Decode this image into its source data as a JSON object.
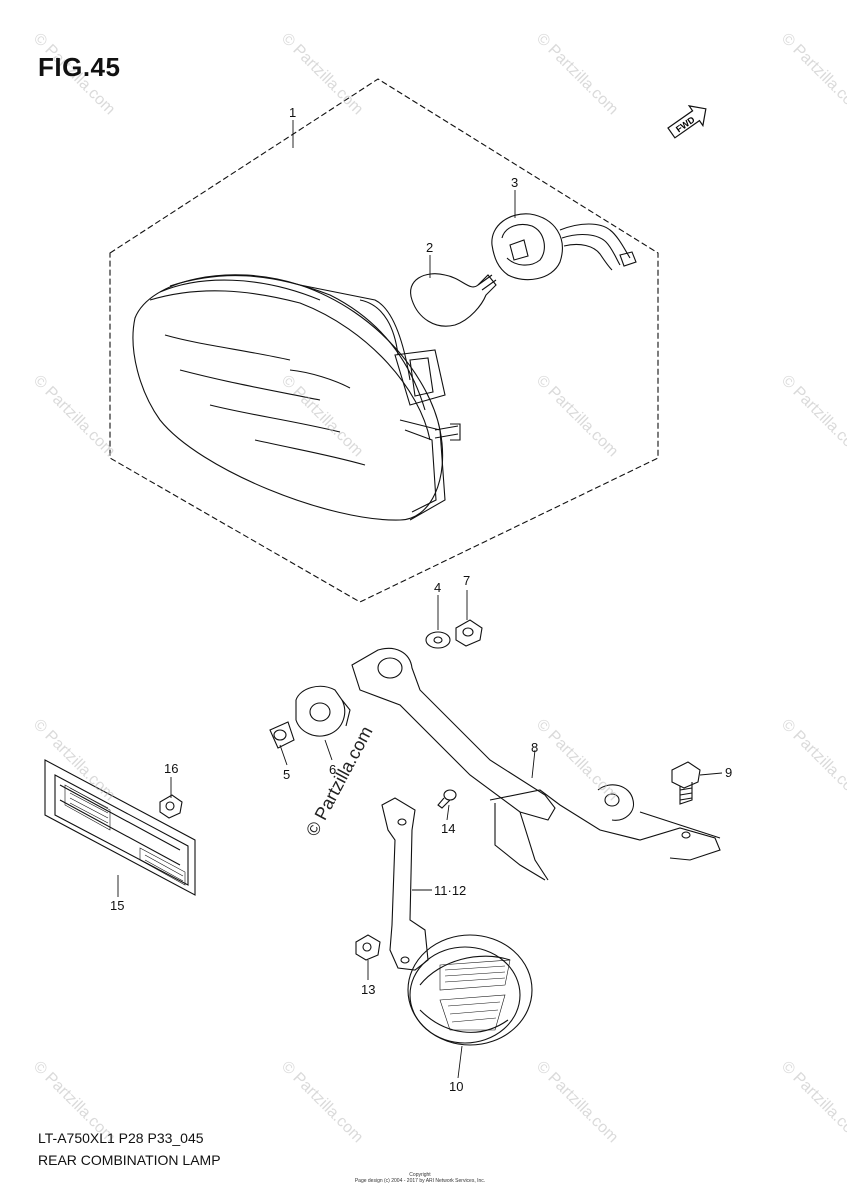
{
  "figure": {
    "title": "FIG.45",
    "model_code": "LT-A750XL1 P28 P33_045",
    "caption": "REAR COMBINATION LAMP",
    "copyright_heading": "Copyright",
    "copyright_text": "Page design (c) 2004 - 2017 by ARI Network Services, Inc.",
    "fwd_label": "FWD"
  },
  "callouts": [
    "1",
    "2",
    "3",
    "4",
    "7",
    "5",
    "6",
    "8",
    "9",
    "16",
    "14",
    "11·12",
    "15",
    "13",
    "10"
  ],
  "watermark": {
    "text": "© Partzilla.com",
    "center_text": "© Partzilla.com"
  },
  "colors": {
    "line": "#111111",
    "watermark": "#bdbdbd",
    "background": "#ffffff"
  }
}
